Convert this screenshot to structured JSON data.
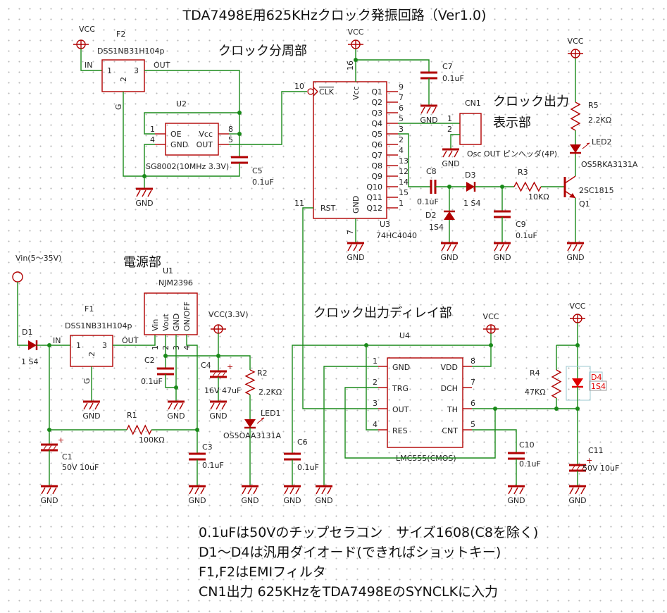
{
  "title": "TDA7498E用625KHzクロック発振回路（Ver1.0)",
  "sections": {
    "divider": "クロック分周部",
    "display_line1": "クロック出力",
    "display_line2": "表示部",
    "power": "電源部",
    "delay": "クロック出力ディレイ部"
  },
  "notes": [
    "0.1uFは50Vのチップセラコン　サイズ1608(C8を除く)",
    "D1～D4は汎用ダイオード(できればショットキー)",
    "F1,F2はEMIフィルタ",
    "CN1出力 625KHzをTDA7498EのSYNCLKに入力"
  ],
  "net_labels": {
    "vcc": "VCC",
    "gnd": "GND",
    "vcc33": "VCC(3.3V)",
    "vin": "Vin(5～35V)"
  },
  "colors": {
    "wire": "#1a8a1a",
    "component": "#b00000",
    "selected_part": "#e00000"
  },
  "parts": {
    "F2": {
      "ref": "F2",
      "value": "DSS1NB31H104p",
      "in": "IN",
      "out": "OUT",
      "g": "G",
      "p1": "1",
      "p2": "2",
      "p3": "3"
    },
    "F1": {
      "ref": "F1",
      "value": "DSS1NB31H104p",
      "in": "IN",
      "out": "OUT",
      "g": "G",
      "p1": "1",
      "p2": "2",
      "p3": "3"
    },
    "U2": {
      "ref": "U2",
      "value": "SG8002(10MHz 3.3V)",
      "oe": "OE",
      "gnd": "GND",
      "vcc": "Vcc",
      "out": "OUT",
      "n_oe": "1",
      "n_gnd": "4",
      "n_vcc": "8",
      "n_out": "5"
    },
    "U3": {
      "ref": "U3",
      "value": "74HC4040",
      "clk": "CLK",
      "vcc": "Vcc",
      "rst": "RST",
      "gnd": "GND",
      "n_clk": "10",
      "n_vcc": "16",
      "n_rst": "11",
      "n_gnd": "7",
      "outputs": [
        {
          "name": "Q1",
          "num": "9"
        },
        {
          "name": "Q2",
          "num": "7"
        },
        {
          "name": "Q3",
          "num": "6"
        },
        {
          "name": "Q4",
          "num": "5"
        },
        {
          "name": "Q5",
          "num": "3"
        },
        {
          "name": "Q6",
          "num": "2"
        },
        {
          "name": "Q7",
          "num": "4"
        },
        {
          "name": "Q8",
          "num": "13"
        },
        {
          "name": "Q9",
          "num": "12"
        },
        {
          "name": "Q10",
          "num": "14"
        },
        {
          "name": "Q11",
          "num": "15"
        },
        {
          "name": "Q12",
          "num": "1"
        }
      ]
    },
    "CN1": {
      "ref": "CN1",
      "value": "Osc OUT ピンヘッダ(4P)",
      "p1": "1",
      "p2": "2"
    },
    "U1": {
      "ref": "U1",
      "value": "NJM2396",
      "pins": [
        "Vin",
        "Vout",
        "GND",
        "ON/OFF"
      ],
      "nums": [
        "1",
        "2",
        "3",
        "4"
      ]
    },
    "U4": {
      "ref": "U4",
      "value": "LMC555(CMOS)",
      "left": [
        {
          "name": "GND",
          "num": "1"
        },
        {
          "name": "TRG",
          "num": "2"
        },
        {
          "name": "OUT",
          "num": "3"
        },
        {
          "name": "RES",
          "num": "4"
        }
      ],
      "right": [
        {
          "name": "VDD",
          "num": "8"
        },
        {
          "name": "DCH",
          "num": "7"
        },
        {
          "name": "TH",
          "num": "6"
        },
        {
          "name": "CNT",
          "num": "5"
        }
      ]
    },
    "C1": {
      "ref": "C1",
      "value": "50V 10uF"
    },
    "C2": {
      "ref": "C2",
      "value": "0.1uF"
    },
    "C3": {
      "ref": "C3",
      "value": "0.1uF"
    },
    "C4": {
      "ref": "C4",
      "value": "16V 47uF"
    },
    "C5": {
      "ref": "C5",
      "value": "0.1uF"
    },
    "C6": {
      "ref": "C6",
      "value": "0.1uF"
    },
    "C7": {
      "ref": "C7",
      "value": "0.1uF"
    },
    "C8": {
      "ref": "C8",
      "value": "0.1uF"
    },
    "C9": {
      "ref": "C9",
      "value": "0.1uF"
    },
    "C10": {
      "ref": "C10",
      "value": "0.1uF"
    },
    "C11": {
      "ref": "C11",
      "value": "50V 10uF"
    },
    "D1": {
      "ref": "D1",
      "value": "1 S4"
    },
    "D2": {
      "ref": "D2",
      "value": "1S4"
    },
    "D3": {
      "ref": "D3",
      "value": "1 S4"
    },
    "D4": {
      "ref": "D4",
      "value": "1S4"
    },
    "R1": {
      "ref": "R1",
      "value": "100KΩ"
    },
    "R2": {
      "ref": "R2",
      "value": "2.2KΩ"
    },
    "R3": {
      "ref": "R3",
      "value": "10KΩ"
    },
    "R4": {
      "ref": "R4",
      "value": "47KΩ"
    },
    "R5": {
      "ref": "R5",
      "value": "2.2KΩ"
    },
    "LED1": {
      "ref": "LED1",
      "value": "OS5OAA3131A"
    },
    "LED2": {
      "ref": "LED2",
      "value": "OS5RKA3131A"
    },
    "Q1": {
      "ref": "Q1",
      "value": "2SC1815"
    }
  }
}
